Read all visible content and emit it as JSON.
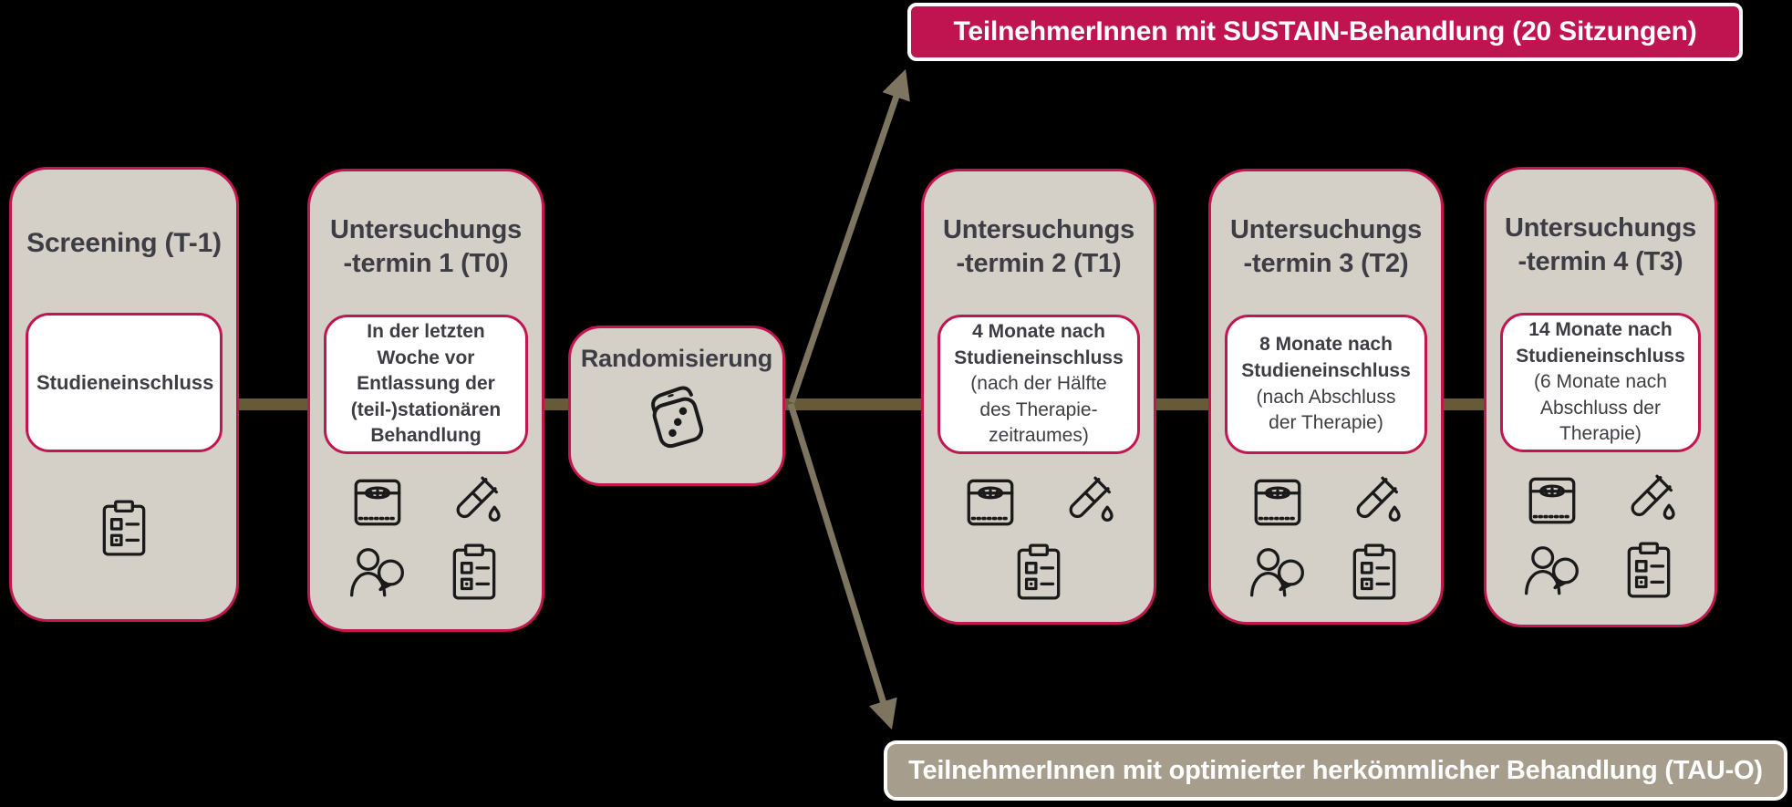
{
  "colors": {
    "accent": "#C1164F",
    "bannerpink": "#C01450",
    "bannertan": "#A79D8D",
    "boxbg": "#D4D0C8",
    "titletext": "#3E3D44",
    "linecol": "#665B36",
    "arrowcol": "#7E7560",
    "iconstroke": "#1A1A1A",
    "pagebg": "#000000"
  },
  "banners": {
    "top_label": "TeilnehmerInnen mit SUSTAIN-Behandlung (20 Sitzungen)",
    "bottom_label": "TeilnehmerInnen mit optimierter herkömmlicher Behandlung (TAU-O)"
  },
  "boxes": {
    "screening": {
      "title": "Screening (T-1)",
      "note": "Studieneinschluss",
      "icons": [
        "clipboard-checklist"
      ]
    },
    "t0": {
      "title_line1": "Untersuchungs",
      "title_line2": "-termin 1 (T0)",
      "note_bold": "In der letzten Woche vor Entlassung der (teil-)stationären Behandlung",
      "note_rest": "",
      "icons": [
        "weight-scale",
        "test-tube-drop",
        "person-dialog",
        "clipboard-checklist"
      ]
    },
    "randomization": {
      "title": "Randomisierung",
      "icons": [
        "dice"
      ]
    },
    "t1": {
      "title_line1": "Untersuchungs",
      "title_line2": "-termin 2 (T1)",
      "note_bold": "4 Monate nach Studieneinschluss",
      "note_rest": "(nach der Hälfte des Therapie-zeitraumes)",
      "icons": [
        "weight-scale",
        "test-tube-drop",
        "clipboard-checklist"
      ]
    },
    "t2": {
      "title_line1": "Untersuchungs",
      "title_line2": "-termin 3 (T2)",
      "note_bold": "8 Monate nach Studieneinschluss",
      "note_rest": "(nach Abschluss der Therapie)",
      "icons": [
        "weight-scale",
        "test-tube-drop",
        "person-dialog",
        "clipboard-checklist"
      ]
    },
    "t3": {
      "title_line1": "Untersuchungs",
      "title_line2": "-termin 4 (T3)",
      "note_bold": "14 Monate nach Studieneinschluss",
      "note_rest": "(6 Monate nach Abschluss der Therapie)",
      "icons": [
        "weight-scale",
        "test-tube-drop",
        "person-dialog",
        "clipboard-checklist"
      ]
    }
  },
  "icon_legend": {
    "clipboard-checklist": "questionnaire assessment",
    "weight-scale": "body weight measurement",
    "test-tube-drop": "blood sample",
    "person-dialog": "clinical interview",
    "dice": "randomization"
  }
}
